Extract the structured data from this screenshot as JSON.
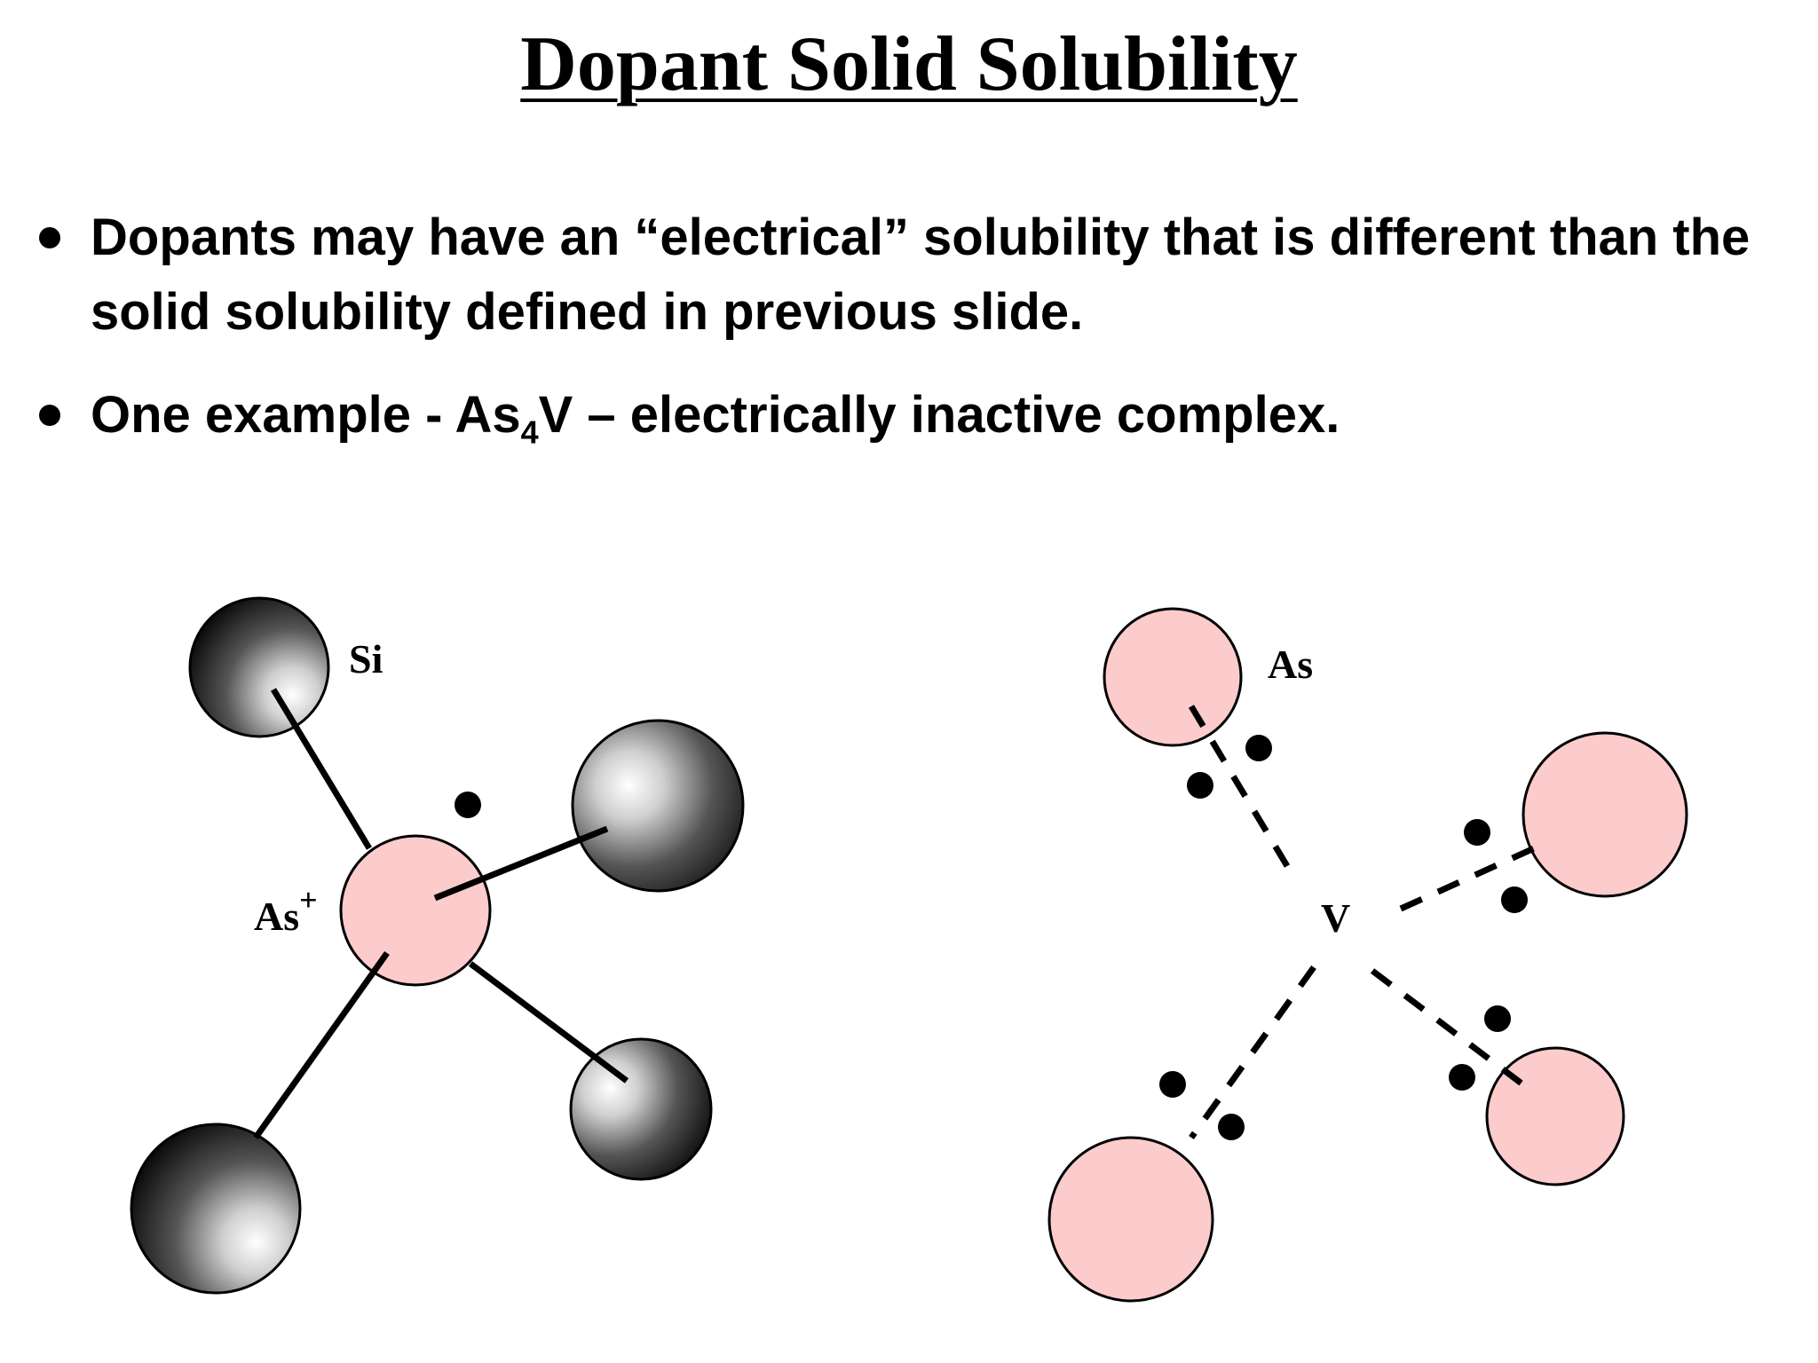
{
  "title": "Dopant Solid Solubility",
  "bullets": [
    {
      "text": "Dopants may have an “electrical” solubility that is different than the solid solubility defined in previous slide."
    },
    {
      "text_before": "One example - As",
      "subscript": "4",
      "text_after": "V – electrically inactive complex."
    }
  ],
  "left_diagram": {
    "si_label": "Si",
    "center_label": "As",
    "center_superscript": "+"
  },
  "right_diagram": {
    "as_label": "As",
    "vacancy_label": "V"
  },
  "colors": {
    "arsenic_fill": "#fccbcc",
    "silicon_dark": "#111111",
    "silicon_highlight": "#ffffff"
  }
}
